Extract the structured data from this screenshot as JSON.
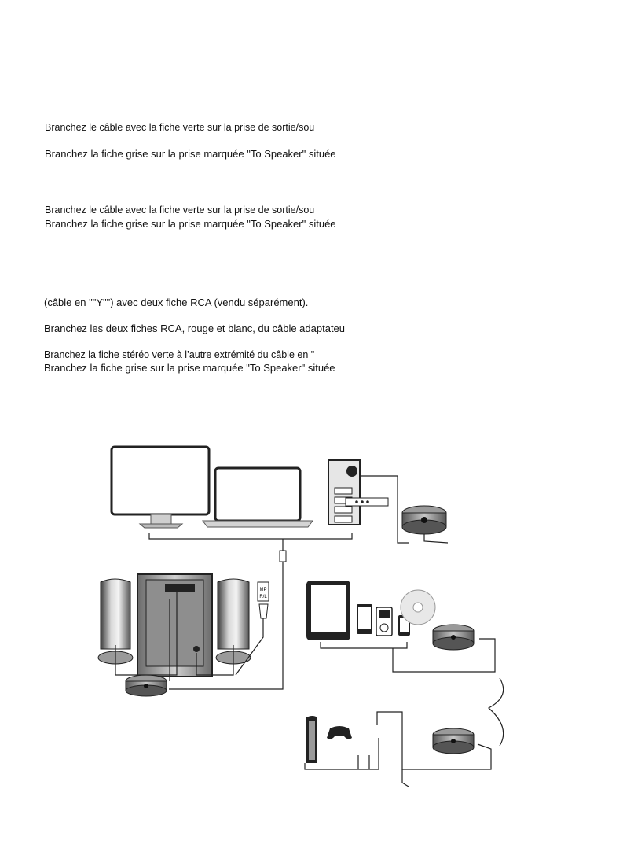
{
  "text_lines": [
    "Branchez le câble avec la fiche verte sur la prise de sortie/sou",
    "Branchez la fiche grise sur la prise marquée \"To Speaker\" située",
    "Branchez le câble avec la fiche verte sur la prise de sortie/sou",
    "Branchez la fiche grise sur la prise marquée \"To Speaker\" située",
    "(câble en \"\"Y\"\") avec deux fiche RCA (vendu séparément).",
    "Branchez les deux fiches RCA, rouge et blanc, du câble adaptateu",
    "Branchez la fiche stéréo verte à l’autre extrémité du câble en \"",
    "Branchez la fiche grise sur la prise marquée \"To Speaker\" située"
  ],
  "diagram": {
    "speaker_label_line1": "MP",
    "speaker_label_line2": "R/L"
  },
  "colors": {
    "text": "#111111",
    "line": "#222222",
    "device_gray": "#9a9a9a"
  }
}
